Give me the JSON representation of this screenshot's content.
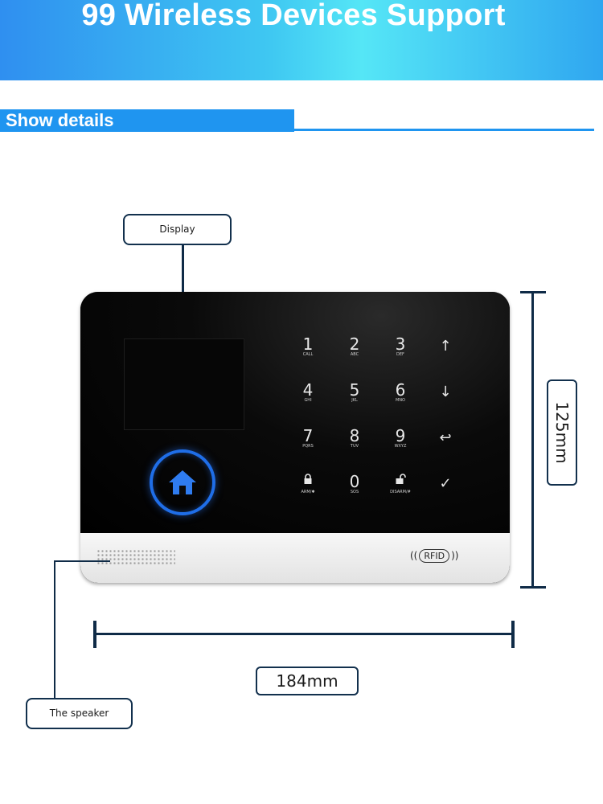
{
  "banner": {
    "title": "99 Wireless Devices Support"
  },
  "section": {
    "label": "Show details"
  },
  "callouts": {
    "display": "Display",
    "speaker": "The speaker"
  },
  "dimensions": {
    "height": "125mm",
    "width": "184mm"
  },
  "keypad": {
    "keys": [
      {
        "num": "1",
        "sub": "CALL"
      },
      {
        "num": "2",
        "sub": "ABC"
      },
      {
        "num": "3",
        "sub": "DEF"
      },
      {
        "num": "4",
        "sub": "GHI"
      },
      {
        "num": "5",
        "sub": "JKL"
      },
      {
        "num": "6",
        "sub": "MNO"
      },
      {
        "num": "7",
        "sub": "PQRS"
      },
      {
        "num": "8",
        "sub": "TUV"
      },
      {
        "num": "9",
        "sub": "WXYZ"
      },
      {
        "sub": "ARM/✱",
        "icon": "lock-icon"
      },
      {
        "num": "0",
        "sub": "SOS"
      },
      {
        "sub": "DISARM/#",
        "icon": "unlock-icon"
      }
    ],
    "nav_icons": [
      "arrow-up-icon",
      "arrow-down-icon",
      "back-icon",
      "check-icon"
    ]
  },
  "device": {
    "home_icon": "home-icon",
    "rfid_label": "RFID",
    "home_ring_color": "#1f6ee8"
  },
  "colors": {
    "accent": "#1f95f0",
    "callout_border": "#12304d"
  }
}
